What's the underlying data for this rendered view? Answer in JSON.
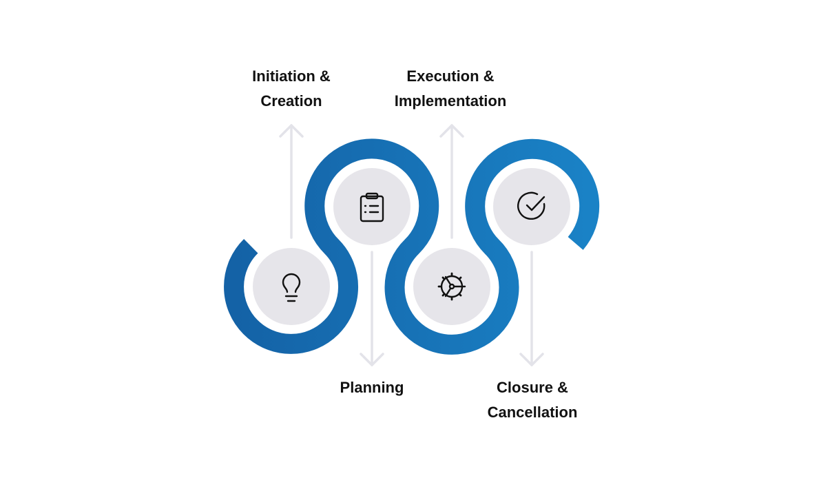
{
  "stages": [
    {
      "line1": "Initiation &",
      "line2": "Creation",
      "icon": "lightbulb-icon"
    },
    {
      "line1": "Planning",
      "line2": "",
      "icon": "clipboard-icon"
    },
    {
      "line1": "Execution &",
      "line2": "Implementation",
      "icon": "gear-icon"
    },
    {
      "line1": "Closure &",
      "line2": "Cancellation",
      "icon": "check-circle-icon"
    }
  ],
  "colors": {
    "blue_start": "#1462a6",
    "blue_end": "#1a82c6",
    "circle": "#e6e5ea",
    "arrow": "#e3e3e9"
  }
}
